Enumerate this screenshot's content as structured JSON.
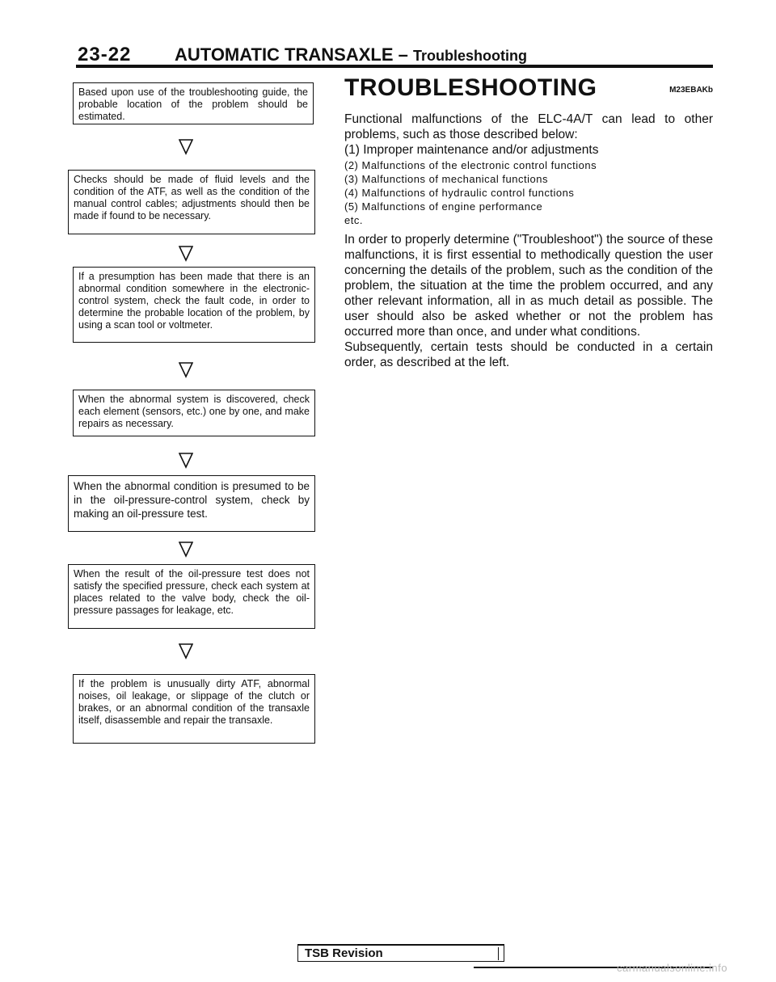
{
  "header": {
    "page_number": "23-22",
    "title": "AUTOMATIC TRANSAXLE",
    "dash": " – ",
    "subtitle": "Troubleshooting"
  },
  "flowchart": {
    "steps": [
      "Based upon use of the troubleshooting guide, the probable location of the problem should be estimated.",
      "Checks should be made of fluid levels and the condition of the ATF, as well as the condition of the manual control cables; adjustments should then be made if found to be necessary.",
      "If a presumption has been made that there is an abnormal condition somewhere in the electronic-control system, check the fault code, in order to determine the probable location of the problem, by using a scan tool or voltmeter.",
      "When the abnormal system is discovered, check each element (sensors, etc.) one by one, and make repairs as necessary.",
      "When the abnormal condition is presumed to be in the oil-pressure-control system, check by making an oil-pressure test.",
      "When the result of the oil-pressure test does not satisfy the specified pressure, check each system at places related to the valve body, check the oil-pressure passages for leakage, etc.",
      "If the problem is unusually dirty ATF, abnormal noises, oil leakage, or slippage of the clutch or brakes, or an abnormal condition of the transaxle itself, disassemble and repair the transaxle."
    ]
  },
  "section": {
    "title": "TROUBLESHOOTING",
    "code": "M23EBAKb",
    "intro": "Functional malfunctions of the ELC-4A/T can lead to other problems, such as those described below:",
    "items": [
      "(1) Improper maintenance and/or adjustments",
      "(2) Malfunctions of the electronic control functions",
      "(3) Malfunctions of mechanical functions",
      "(4) Malfunctions of hydraulic control functions",
      "(5) Malfunctions of engine performance",
      "etc."
    ],
    "paragraph": "In order to properly determine (\"Troubleshoot\") the source of these malfunctions, it is first essential to methodically question the user concerning the details of the problem, such as the condition of the problem, the situation at the time the problem occurred, and any other relevant information, all in as much detail as possible. The user should also be asked whether or not the problem has occurred more than once, and under what conditions.",
    "closing": "Subsequently, certain tests should be conducted in a certain order, as described at the left."
  },
  "footer": {
    "tsb_label": "TSB Revision",
    "watermark": "carmanualsonline.info"
  }
}
